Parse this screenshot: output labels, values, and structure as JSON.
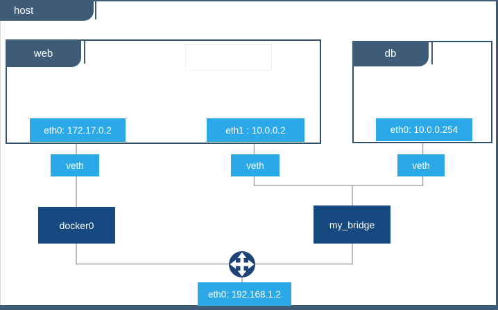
{
  "host": {
    "label": "host"
  },
  "containers": [
    {
      "name": "web",
      "interfaces": [
        "eth0: 172.17.0.2",
        "eth1 : 10.0.0.2"
      ]
    },
    {
      "name": "db",
      "interfaces": [
        "eth0: 10.0.0.254"
      ]
    }
  ],
  "veth_label": "veth",
  "bridges": [
    "docker0",
    "my_bridge"
  ],
  "host_interface": "eth0: 192.168.1.2",
  "icons": {
    "router": "router-icon"
  },
  "colors": {
    "tab_slate": "#3e5c77",
    "box_border": "#33506b",
    "chip_blue": "#2aa8e8",
    "bridge_navy": "#16497f",
    "router_navy": "#1d4278",
    "wire_gray": "#a6a6a6"
  }
}
